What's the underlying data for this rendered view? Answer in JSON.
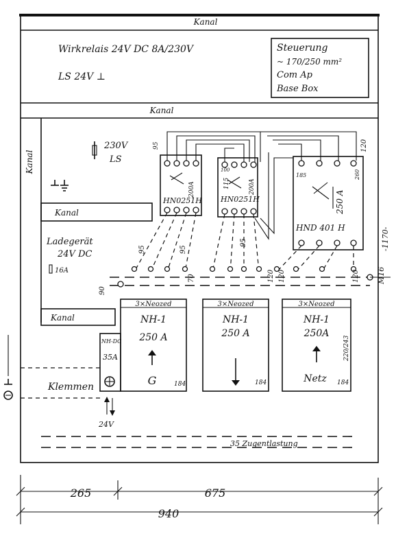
{
  "labels": {
    "kanal_top": "Kanal",
    "kanal_mid": "Kanal",
    "kanal_left": "Kanal",
    "kanal_lower": "Kanal",
    "kanal_bottom": "Kanal",
    "wirkrelais": "Wirkrelais  24V DC  8A/230V",
    "ls_24v": "LS 24V ⊥",
    "steuerung_1": "Steuerung",
    "steuerung_2": "~ 170/250 mm²",
    "steuerung_3": "Com Ap",
    "steuerung_4": "Base Box",
    "ls230_1": "230V",
    "ls230_2": "LS",
    "ladegeraet_1": "Ladegerät",
    "ladegeraet_2": "24V DC",
    "ladegeraet_3": "16A",
    "hn1_label": "HN0251H",
    "hn1_rating": "200A",
    "hn1_in": "95",
    "hn2_label": "HN0251H",
    "hn2_rating": "200A",
    "hn2_in": "100",
    "hn2_in2": "115",
    "hn3_label": "HND 401 H",
    "hn3_rating": "250 A",
    "hn3_in1": "185",
    "hn3_in2": "260",
    "top_120": "120",
    "w95_a": "95",
    "w95_b": "95",
    "w95_c": "95",
    "w70_a": "70",
    "w120_a": "120",
    "w120_b": "120",
    "w120_c": "120",
    "w90": "90",
    "m16": "M16",
    "dim_1170": "-1170-",
    "fuse_header": "3×Neozed",
    "fuse1_type": "NH-1",
    "fuse1_rating": "250 A",
    "fuse1_mark": "G",
    "fuse1_num": "184",
    "fuse2_type": "NH-1",
    "fuse2_rating": "250 A",
    "fuse2_num": "184",
    "fuse3_type": "NH-1",
    "fuse3_rating": "250A",
    "fuse3_mark": "Netz",
    "fuse3_num": "184",
    "fuse3_side": "220/243",
    "nhdc_1": "NH-DC",
    "nhdc_2": "35A",
    "klemmen": "Klemmen",
    "dc_24v": "24V",
    "zugentlastung": "35  Zugentlastung",
    "dim_265": "265",
    "dim_675": "675",
    "dim_940": "940"
  }
}
